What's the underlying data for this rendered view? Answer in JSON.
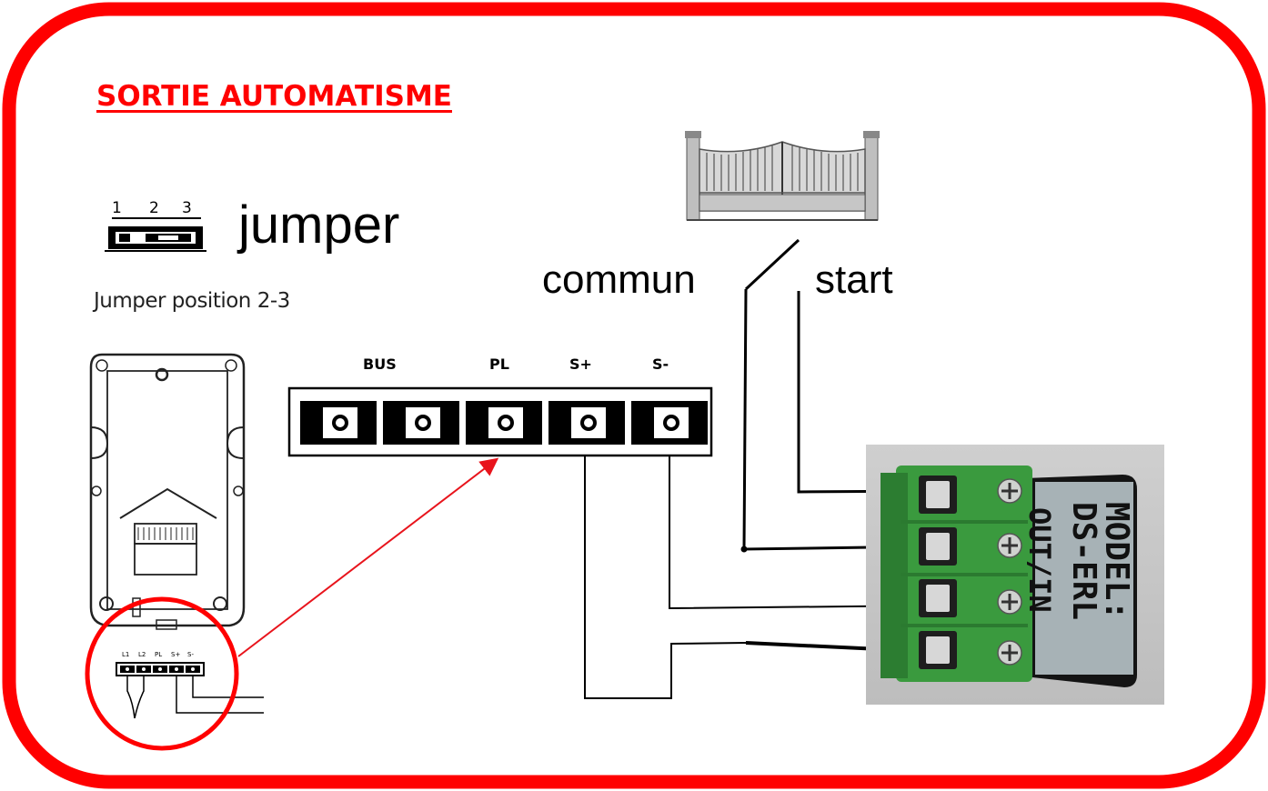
{
  "title": "SORTIE AUTOMATISME",
  "jumper": {
    "pins": [
      "1",
      "2",
      "3"
    ],
    "label": "jumper",
    "position_text": "Jumper position 2-3"
  },
  "wires": {
    "commun": "commun",
    "start": "start"
  },
  "terminal_block": {
    "labels": [
      "BUS",
      "PL",
      "S+",
      "S-"
    ]
  },
  "device_terminals": {
    "labels": [
      "L1",
      "L2",
      "PL",
      "S+",
      "S-"
    ]
  },
  "relay_module": {
    "model_line1": "MODEL:",
    "model_line2": "DS-ERL",
    "io_label": "OUT/IN"
  },
  "colors": {
    "frame": "#ff0000",
    "title": "#ff0000",
    "arrow": "#e8141c",
    "terminal_green": "#3a9a3e"
  },
  "icons": [
    "gate-icon",
    "switch-icon",
    "intercom-panel-icon",
    "jumper-icon"
  ]
}
